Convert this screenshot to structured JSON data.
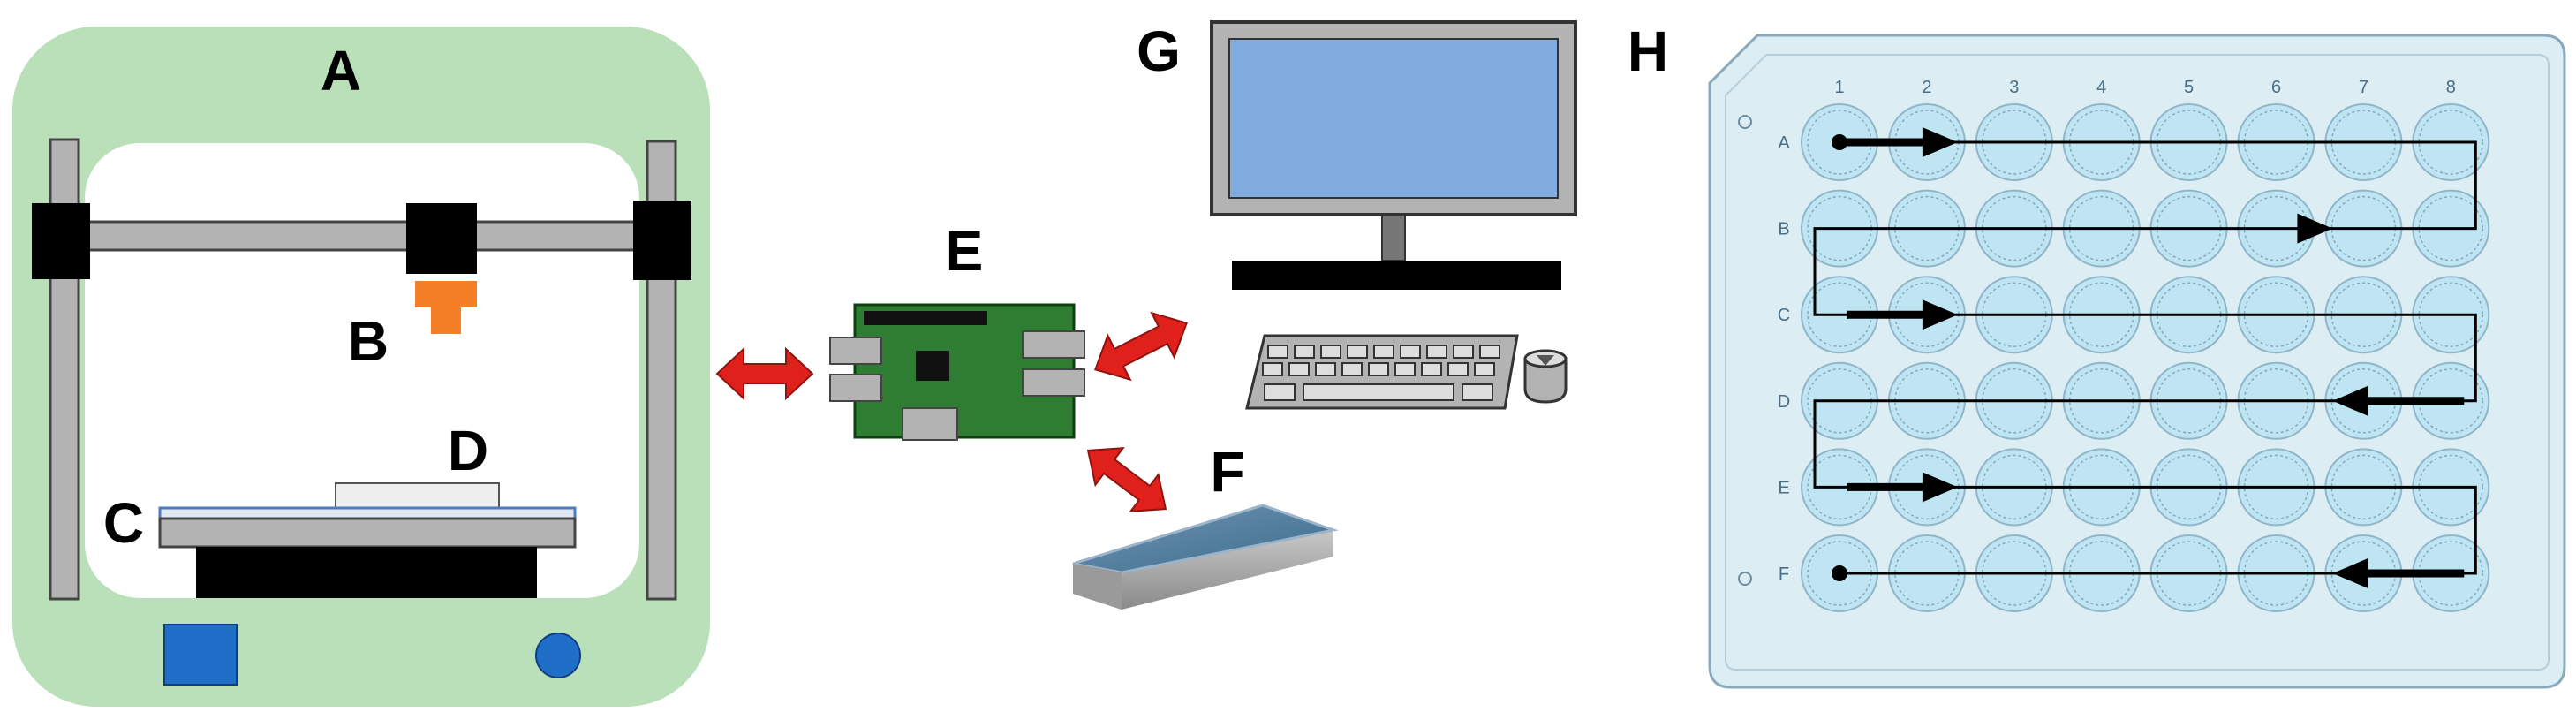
{
  "panels": {
    "a": "A",
    "b": "B",
    "c": "C",
    "d": "D",
    "e": "E",
    "f": "F",
    "g": "G",
    "h": "H"
  },
  "plate": {
    "columns": [
      "1",
      "2",
      "3",
      "4",
      "5",
      "6",
      "7",
      "8"
    ],
    "rows": [
      "A",
      "B",
      "C",
      "D",
      "E",
      "F"
    ]
  },
  "colors": {
    "frame_green": "#b9e0b9",
    "pcb_green": "#2f7d32",
    "monitor_screen": "#82abdf",
    "well_fill": "#bfe5f3",
    "plate_fill": "#dcedf3",
    "connector_red": "#e0201b",
    "head_orange": "#f47f26",
    "button_blue": "#1f6fc8"
  }
}
